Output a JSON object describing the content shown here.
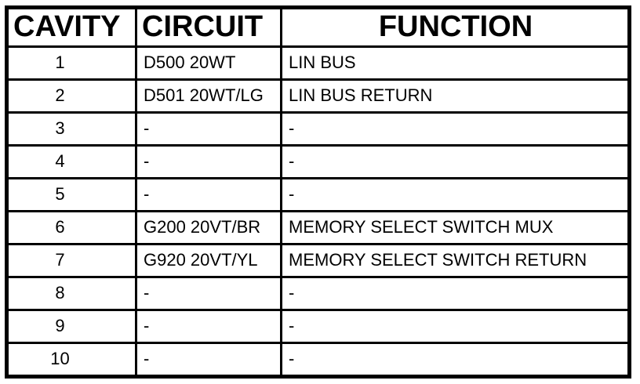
{
  "colors": {
    "border": "#000000",
    "background": "#ffffff",
    "text": "#000000"
  },
  "table": {
    "headers": {
      "cavity": "CAVITY",
      "circuit": "CIRCUIT",
      "function": "FUNCTION"
    },
    "rows": [
      {
        "cavity": "1",
        "circuit": "D500 20WT",
        "function": "LIN BUS"
      },
      {
        "cavity": "2",
        "circuit": "D501 20WT/LG",
        "function": "LIN BUS RETURN"
      },
      {
        "cavity": "3",
        "circuit": "-",
        "function": "-"
      },
      {
        "cavity": "4",
        "circuit": "-",
        "function": "-"
      },
      {
        "cavity": "5",
        "circuit": "-",
        "function": "-"
      },
      {
        "cavity": "6",
        "circuit": "G200 20VT/BR",
        "function": "MEMORY SELECT SWITCH MUX"
      },
      {
        "cavity": "7",
        "circuit": "G920 20VT/YL",
        "function": "MEMORY SELECT SWITCH RETURN"
      },
      {
        "cavity": "8",
        "circuit": "-",
        "function": "-"
      },
      {
        "cavity": "9",
        "circuit": "-",
        "function": "-"
      },
      {
        "cavity": "10",
        "circuit": "-",
        "function": "-"
      }
    ]
  }
}
